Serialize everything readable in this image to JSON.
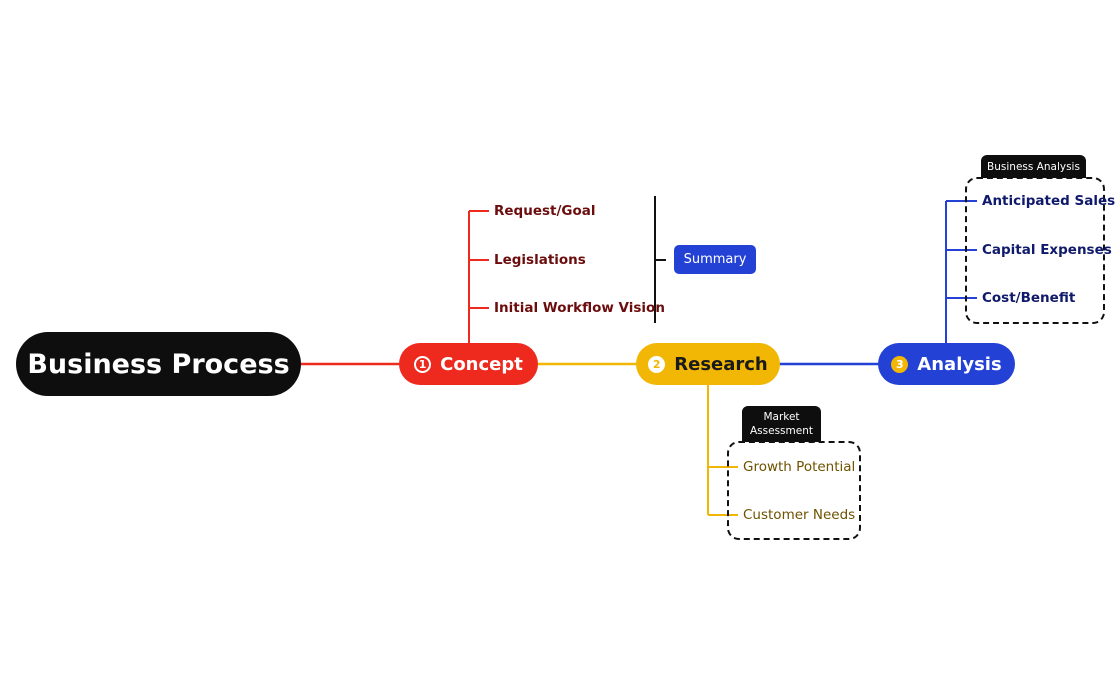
{
  "root": {
    "label": "Business Process"
  },
  "branches": [
    {
      "number": "1",
      "label": "Concept",
      "color": "#ee2a1f",
      "children": [
        "Request/Goal",
        "Legislations",
        "Initial Workflow Vision"
      ],
      "summary": "Summary"
    },
    {
      "number": "2",
      "label": "Research",
      "color": "#f2b705",
      "group": "Market Assessment",
      "children": [
        "Growth Potential",
        "Customer Needs"
      ]
    },
    {
      "number": "3",
      "label": "Analysis",
      "color": "#2441d6",
      "group": "Business Analysis",
      "children": [
        "Anticipated Sales",
        "Capital Expenses",
        "Cost/Benefit"
      ]
    }
  ],
  "colors": {
    "root": "#0e0e0e",
    "summary": "#2441d6",
    "background": "#ffffff"
  }
}
